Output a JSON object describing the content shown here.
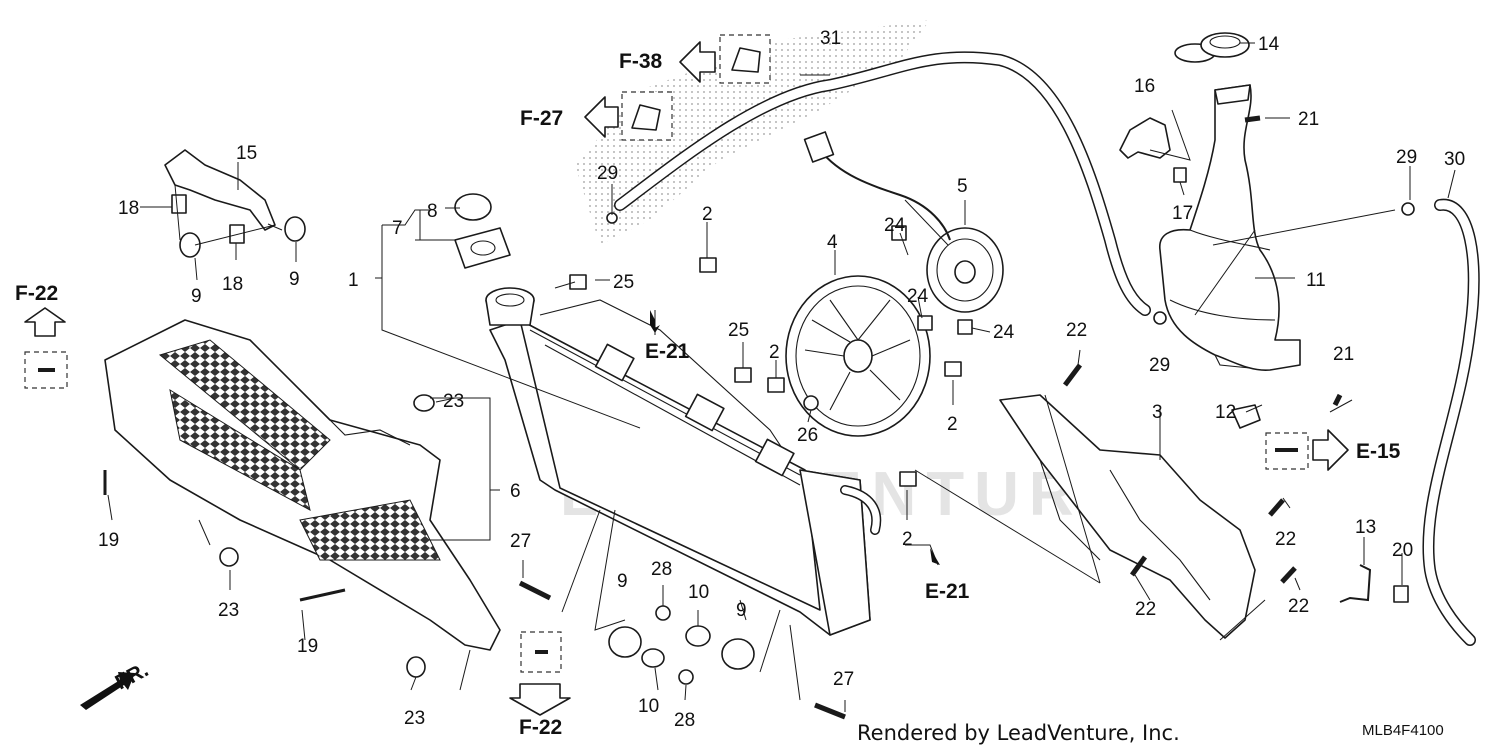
{
  "diagram": {
    "callouts": [
      "1",
      "2",
      "3",
      "4",
      "5",
      "6",
      "7",
      "8",
      "9",
      "10",
      "11",
      "12",
      "13",
      "14",
      "15",
      "16",
      "17",
      "18",
      "19",
      "20",
      "21",
      "22",
      "23",
      "24",
      "25",
      "26",
      "27",
      "28",
      "29",
      "30",
      "31"
    ],
    "references": {
      "f38": "F-38",
      "f27": "F-27",
      "f22": "F-22",
      "e21": "E-21",
      "e15": "E-15"
    },
    "front_marker": "FR.",
    "watermark": "LEADVENTURE",
    "credit": "Rendered by LeadVenture, Inc.",
    "diagram_code": "MLB4F4100"
  }
}
